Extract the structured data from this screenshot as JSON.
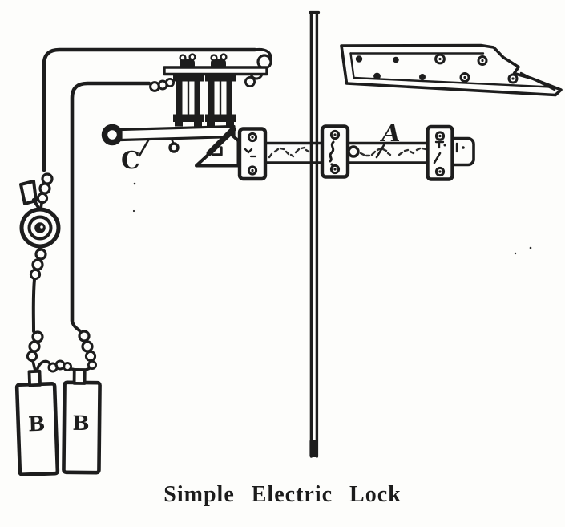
{
  "figure": {
    "caption": "Simple Electric Lock",
    "labels": {
      "bolt": "A",
      "lever": "C",
      "battery_left": "B",
      "battery_right": "B"
    },
    "colors": {
      "ink": "#1d1d1d",
      "paper": "#fdfdfb"
    }
  }
}
